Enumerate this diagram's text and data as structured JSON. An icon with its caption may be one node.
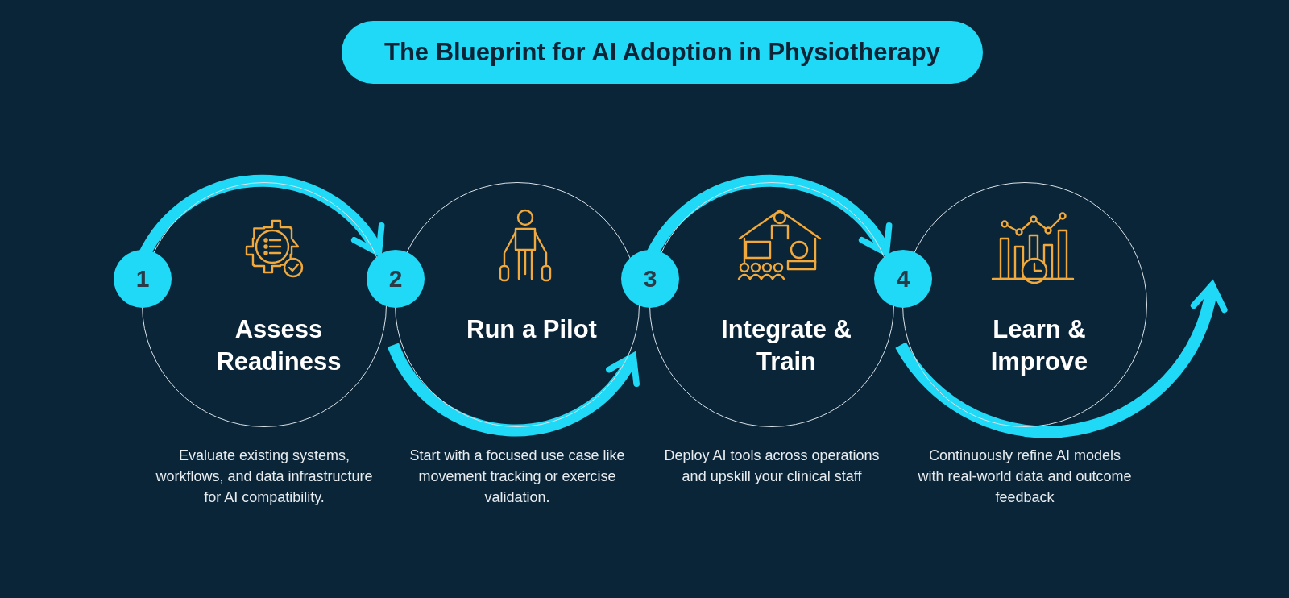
{
  "diagram": {
    "title": "The Blueprint for AI Adoption in Physiotherapy",
    "nodes": [
      {
        "text": [
          "1",
          "Assess Readiness"
        ],
        "beside": [
          "Evaluate existing systems, workflows, and data infrastructure for AI compatibility."
        ]
      },
      {
        "text": [
          "2",
          "Run a Pilot"
        ],
        "beside": [
          "Start with a focused use case like movement tracking or exercise validation."
        ]
      },
      {
        "text": [
          "3",
          "Integrate & Train"
        ],
        "beside": [
          "Deploy AI tools across operations and upskill your clinical staff"
        ]
      },
      {
        "text": [
          "4",
          "Learn & Improve"
        ],
        "beside": [
          "Continuously refine AI models with real-world data and outcome feedback"
        ]
      }
    ],
    "edges": [
      {
        "from": 0,
        "to": 1,
        "arrow": "to"
      },
      {
        "from": 1,
        "to": 2,
        "arrow": "to"
      },
      {
        "from": 2,
        "to": 3,
        "arrow": "to"
      },
      {
        "from": 3,
        "to": null,
        "arrow": "to"
      }
    ]
  }
}
